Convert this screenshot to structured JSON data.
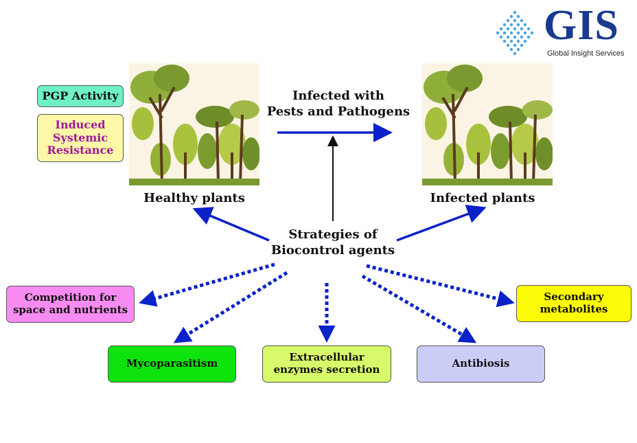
{
  "logo": {
    "name": "GIS",
    "subtitle": "Global Insight Services"
  },
  "labels": {
    "healthy": "Healthy plants",
    "infected": "Infected plants",
    "infection_line1": "Infected with",
    "infection_line2": "Pests and Pathogens",
    "center_line1": "Strategies of",
    "center_line2": "Biocontrol agents"
  },
  "left_boxes": {
    "pgp": "PGP Activity",
    "isr_line1": "Induced",
    "isr_line2": "Systemic",
    "isr_line3": "Resistance"
  },
  "strategies": {
    "competition_line1": "Competition for",
    "competition_line2": "space and nutrients",
    "mycoparasitism": "Mycoparasitism",
    "enzymes_line1": "Extracellular",
    "enzymes_line2": "enzymes secretion",
    "antibiosis": "Antibiosis",
    "secondary_line1": "Secondary",
    "secondary_line2": "metabolites"
  },
  "colors": {
    "arrow": "#0a22c8",
    "pgp_fill": "#6ff0c6",
    "isr_fill": "#fdf7a8",
    "isr_text": "#a0199b",
    "competition_fill": "#f88cf2",
    "mycoparasitism_fill": "#0ee30e",
    "enzymes_fill": "#d8fa6a",
    "antibiosis_fill": "#cccdf7",
    "secondary_fill": "#fbfb07",
    "logo_blue": "#1a3a8f"
  }
}
